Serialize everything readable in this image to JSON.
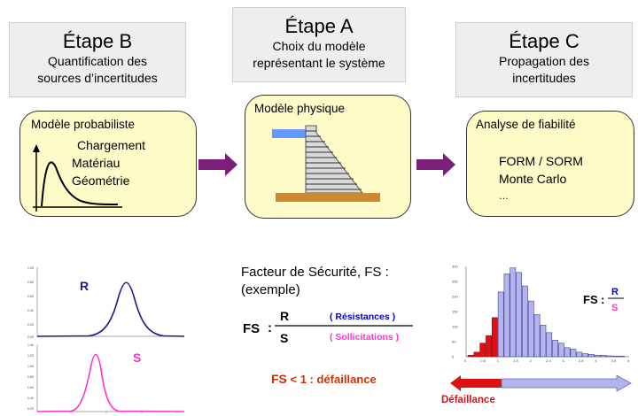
{
  "steps": {
    "b": {
      "title": "Étape B",
      "subtitle_line1": "Quantification des",
      "subtitle_line2": "sources d’incertitudes",
      "box_title": "Modèle probabiliste",
      "items": [
        "Chargement",
        "Matériau",
        "Géométrie"
      ]
    },
    "a": {
      "title": "Étape A",
      "subtitle_line1": "Choix du modèle",
      "subtitle_line2": "représentant le système",
      "box_title": "Modèle physique"
    },
    "c": {
      "title": "Étape C",
      "subtitle_line1": "Propagation des",
      "subtitle_line2": "incertitudes",
      "box_title": "Analyse de fiabilité",
      "items": [
        "FORM / SORM",
        "Monte Carlo",
        "…"
      ]
    }
  },
  "colors": {
    "box_fill": "#fefbc8",
    "header_fill": "#eeeeee",
    "arrow": "#7a1f7a",
    "r_curve": "#1a1a8c",
    "s_curve": "#ff33cc",
    "hist_fill": "#b3b3f0",
    "hist_fail": "#dd1111",
    "fs_label": "#cc3300"
  },
  "factor": {
    "line1": "Facteur de Sécurité, FS :",
    "line2": "(exemple)",
    "fs_label": "FS",
    "numerator": "R",
    "denominator": "S",
    "num_desc": "( Résistances )",
    "den_desc": "( Sollicitations )",
    "failure_rule": "< 1 : défaillance"
  },
  "curves": {
    "r_label": "R",
    "s_label": "S"
  },
  "histogram": {
    "fs_label": "FS",
    "numerator": "R",
    "denominator": "S",
    "failure_label": "Défaillance",
    "y_ticks": [
      "300",
      "250",
      "200",
      "150",
      "100",
      "50",
      "0"
    ],
    "x_ticks": [
      "0",
      "0.5",
      "1",
      "1.5",
      "2",
      "2.5",
      "3",
      "3.5",
      "4",
      "4.5",
      "5"
    ]
  },
  "chart_data": {
    "type": "bar",
    "values": [
      5,
      15,
      45,
      70,
      130,
      215,
      275,
      295,
      280,
      235,
      185,
      140,
      105,
      80,
      55,
      45,
      30,
      25,
      15,
      10,
      8,
      5,
      5,
      3,
      2,
      2
    ],
    "failure_count": 5,
    "ylim": [
      0,
      300
    ],
    "xlim": [
      0,
      5
    ]
  }
}
